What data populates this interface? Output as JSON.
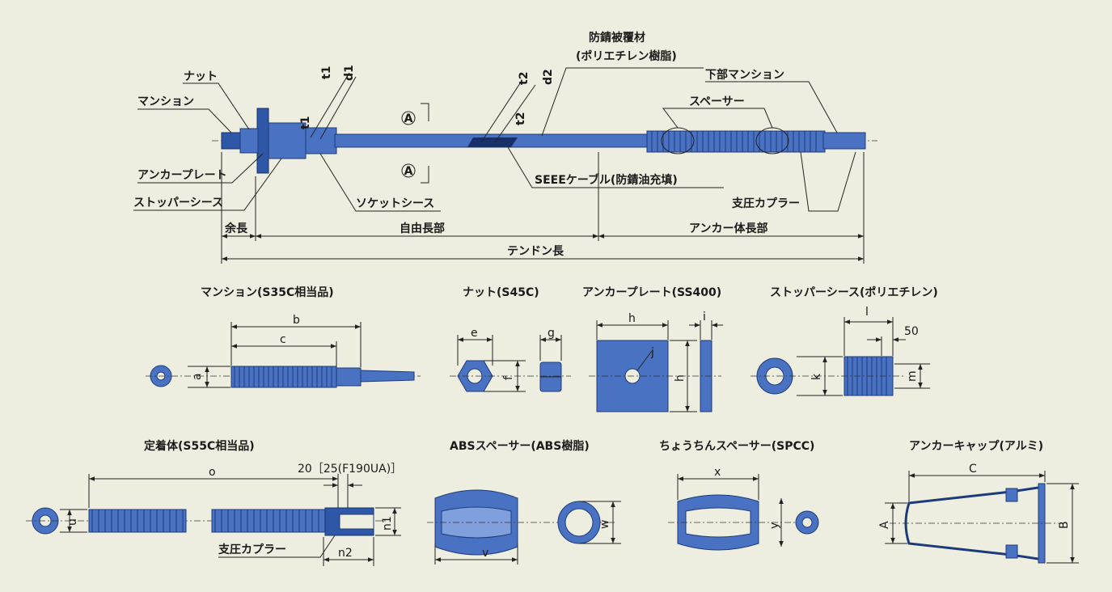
{
  "main_labels": {
    "coating": "防錆被覆材",
    "coating_sub": "(ポリエチレン樹脂)",
    "lower_manshon": "下部マンション",
    "spacer": "スペーサー",
    "nut": "ナット",
    "manshon": "マンション",
    "anchor_plate": "アンカープレート",
    "stopper_sheath": "ストッパーシース",
    "socket_sheath": "ソケットシース",
    "seee_cable": "SEEEケーブル(防錆油充填)",
    "bearing_coupler": "支圧カプラー",
    "section_a": "A",
    "t1": "t1",
    "d1": "d1",
    "t2": "t2",
    "d2": "d2"
  },
  "main_dims": {
    "extra_length": "余長",
    "free_length": "自由長部",
    "anchor_length": "アンカー体長部",
    "tendon_length": "テンドン長"
  },
  "parts": {
    "manshon": {
      "title": "マンション(S35C相当品)",
      "b": "b",
      "c": "c",
      "a": "a"
    },
    "nut": {
      "title": "ナット(S45C)",
      "e": "e",
      "g": "g",
      "f": "f"
    },
    "anchor_plate": {
      "title": "アンカープレート(SS400)",
      "h": "h",
      "i": "i",
      "j": "j",
      "h2": "h"
    },
    "stopper_sheath": {
      "title": "ストッパーシース(ポリエチレン)",
      "l": "l",
      "fifty": "50",
      "k": "k",
      "m": "m"
    },
    "anchorage": {
      "title": "定着体(S55C相当品)",
      "o": "o",
      "twenty": "20［25(F190UA)］",
      "u": "u",
      "n1": "n1",
      "n2": "n2",
      "coupler": "支圧カプラー"
    },
    "abs_spacer": {
      "title": "ABSスペーサー(ABS樹脂)",
      "v": "v",
      "w": "w"
    },
    "lantern_spacer": {
      "title": "ちょうちんスペーサー(SPCC)",
      "x": "x",
      "y": "y"
    },
    "anchor_cap": {
      "title": "アンカーキャップ(アルミ)",
      "C": "C",
      "A": "A",
      "B": "B"
    }
  },
  "colors": {
    "background": "#eeeee0",
    "part": "#4a72c2",
    "outline": "#1d3b7a"
  }
}
